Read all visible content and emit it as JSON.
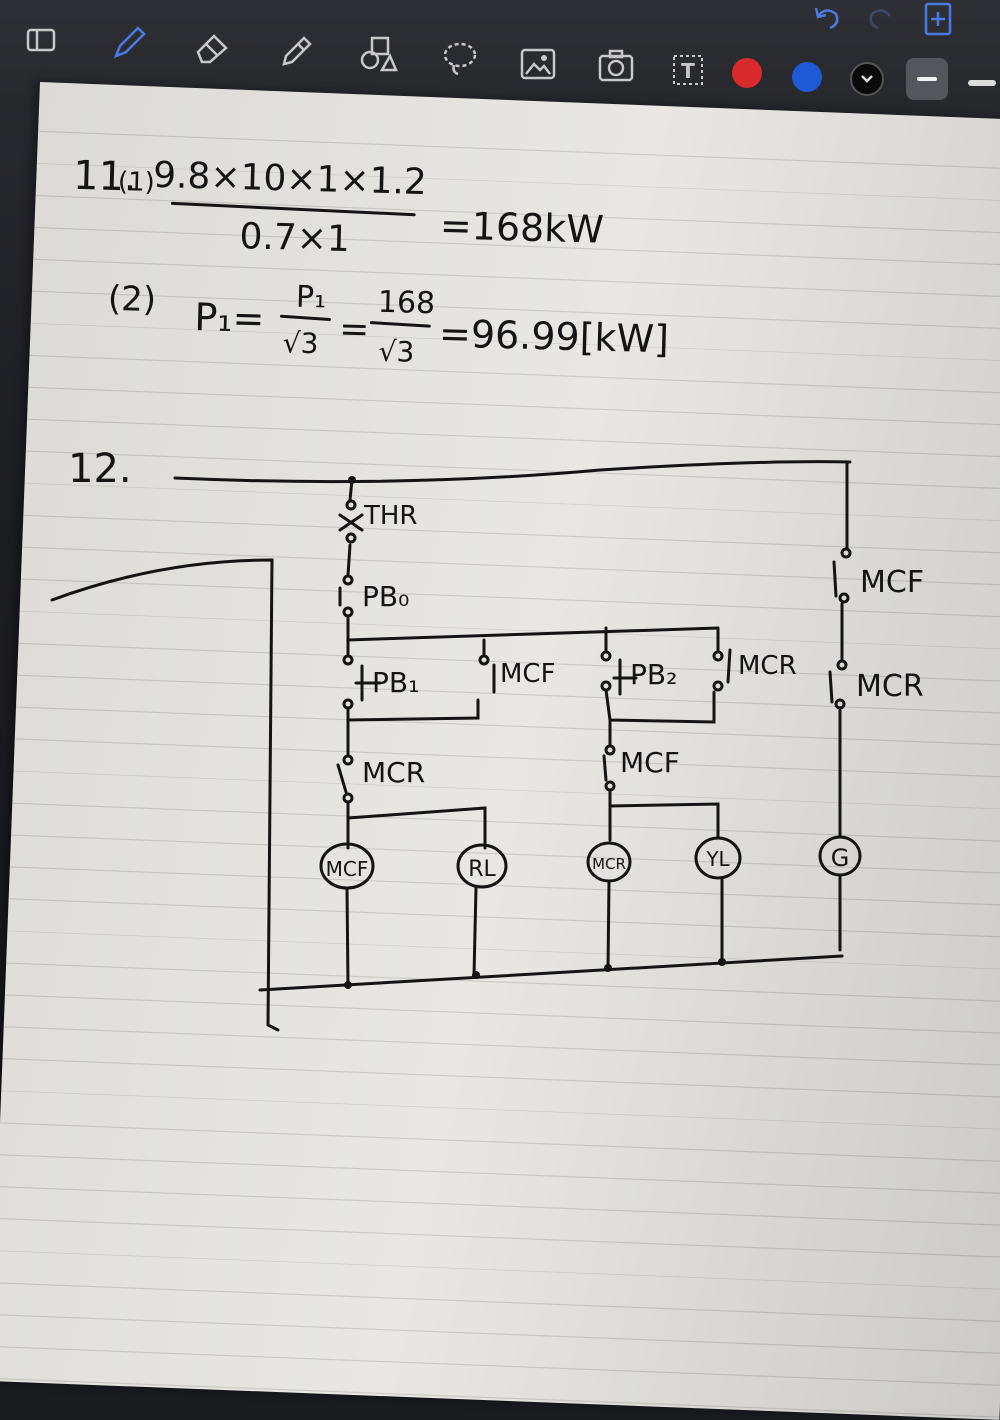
{
  "toolbar": {
    "tools": [
      {
        "icon": "sidebar-panel-icon"
      },
      {
        "icon": "pen-icon"
      },
      {
        "icon": "eraser-icon"
      },
      {
        "icon": "highlighter-icon"
      },
      {
        "icon": "shapes-icon"
      },
      {
        "icon": "lasso-icon"
      },
      {
        "icon": "image-icon"
      },
      {
        "icon": "camera-icon"
      },
      {
        "icon": "text-tool-icon",
        "glyph": "T"
      },
      {
        "icon": "undo-icon"
      },
      {
        "icon": "redo-icon"
      },
      {
        "icon": "add-page-icon"
      }
    ],
    "colors": {
      "red": "#d92b2b",
      "blue": "#1e5ad6",
      "black": "#0a0a0a"
    }
  },
  "note": {
    "q11": {
      "label": "11.",
      "part1": "(1)",
      "numerator": "9.8×10×1×1.2",
      "denominator": "0.7×1",
      "result": "=168kW",
      "part2": "(2)",
      "formula": "P₁=",
      "f_num": "P₁",
      "f_den": "√3",
      "eq2": "=",
      "num2": "168",
      "den2": "√3",
      "result2": "=96.99[kW]"
    },
    "q12": {
      "label": "12.",
      "thr": "THR",
      "pb0": "PB₀",
      "pb1": "PB₁",
      "pb2": "PB₂",
      "mcf_aux": "MCF",
      "mcr_aux": "MCR",
      "mcr_b": "MCR",
      "mcf_b": "MCF",
      "mcf_g": "MCF",
      "mcr_g": "MCR",
      "coil_mcf": "MCF",
      "lamp_rl": "RL",
      "coil_mcr": "MCR",
      "lamp_yl": "YL",
      "lamp_g": "G"
    }
  }
}
